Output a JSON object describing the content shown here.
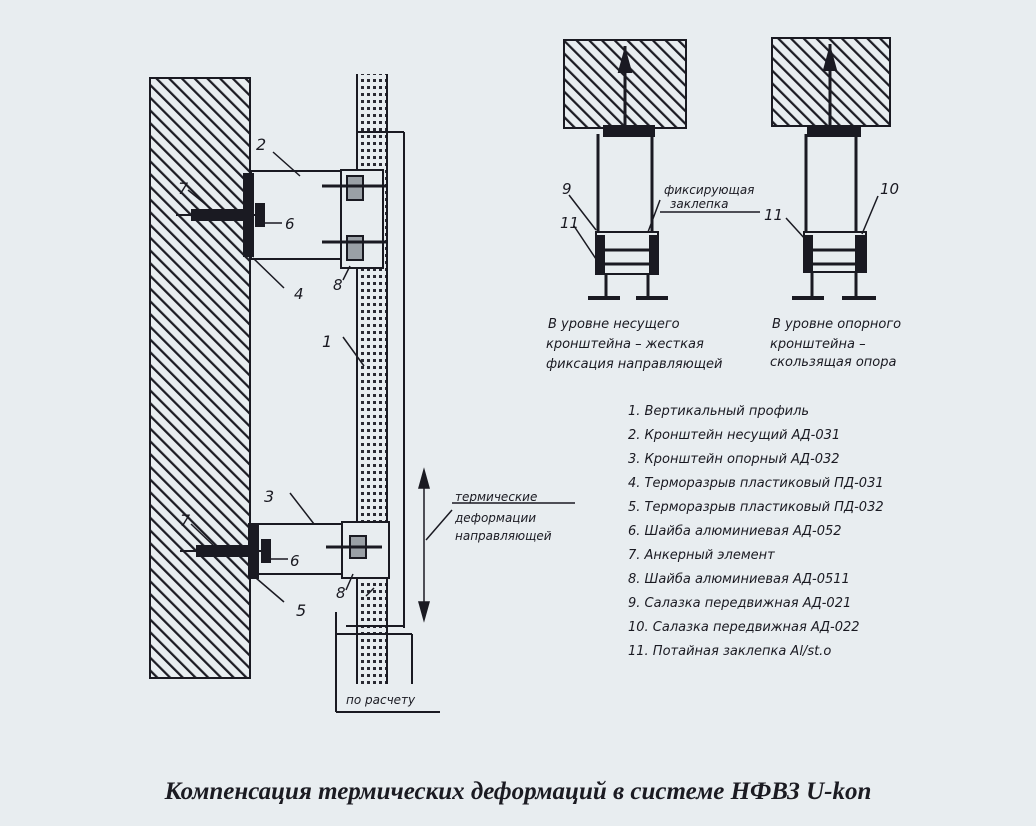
{
  "figure": {
    "caption": "Компенсация термических деформаций в системе НФВЗ U-kon",
    "labels": {
      "n1": "1",
      "n2": "2",
      "n3": "3",
      "n4": "4",
      "n5": "5",
      "n6a": "6",
      "n6b": "6",
      "n7a": "7",
      "n7b": "7",
      "n8a": "8",
      "n8b": "8",
      "n9": "9",
      "n10": "10",
      "n11a": "11",
      "n11b": "11",
      "thermal_line1": "термические",
      "thermal_line2": "деформации",
      "thermal_line3": "направляющей",
      "calc": "по расчету",
      "fix_rivet_line1": "фиксирующая",
      "fix_rivet_line2": "заклепка",
      "left_note_line1": "В уровне несущего",
      "left_note_line2": "кронштейна – жесткая",
      "left_note_line3": "фиксация направляющей",
      "right_note_line1": "В уровне опорного",
      "right_note_line2": "кронштейна –",
      "right_note_line3": "скользящая опора"
    },
    "legend": [
      "1. Вертикальный профиль",
      "2. Кронштейн несущий АД-031",
      "3. Кронштейн опорный АД-032",
      "4. Терморазрыв пластиковый ПД-031",
      "5. Терморазрыв пластиковый ПД-032",
      "6. Шайба алюминиевая АД-052",
      "7. Анкерный элемент",
      "8. Шайба алюминиевая АД-0511",
      "9. Салазка передвижная АД-021",
      "10. Салазка передвижная АД-022",
      "11. Потайная заклепка Al/st.o"
    ]
  }
}
